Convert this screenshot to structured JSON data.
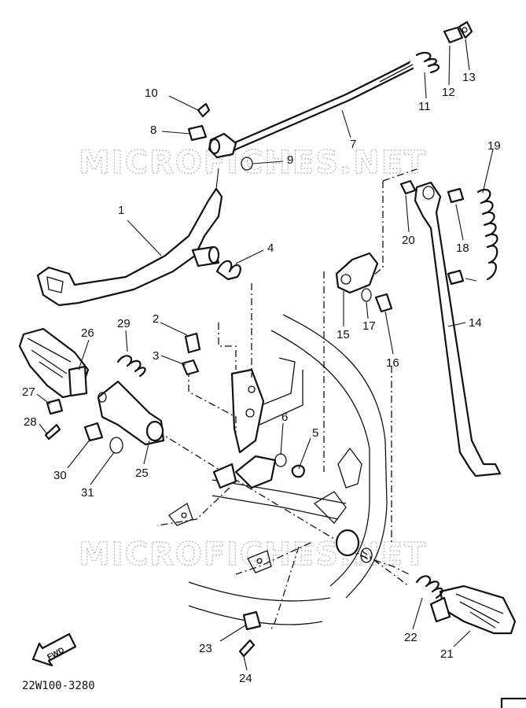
{
  "watermark": "MICROFICHES.NET",
  "diagram_code": "22W100-3280",
  "fwd_label": "FWD",
  "callouts": [
    "1",
    "2",
    "3",
    "4",
    "5",
    "6",
    "7",
    "8",
    "9",
    "10",
    "11",
    "12",
    "13",
    "14",
    "15",
    "16",
    "17",
    "18",
    "19",
    "20",
    "21",
    "22",
    "23",
    "24",
    "25",
    "26",
    "27",
    "28",
    "29",
    "30",
    "31"
  ]
}
